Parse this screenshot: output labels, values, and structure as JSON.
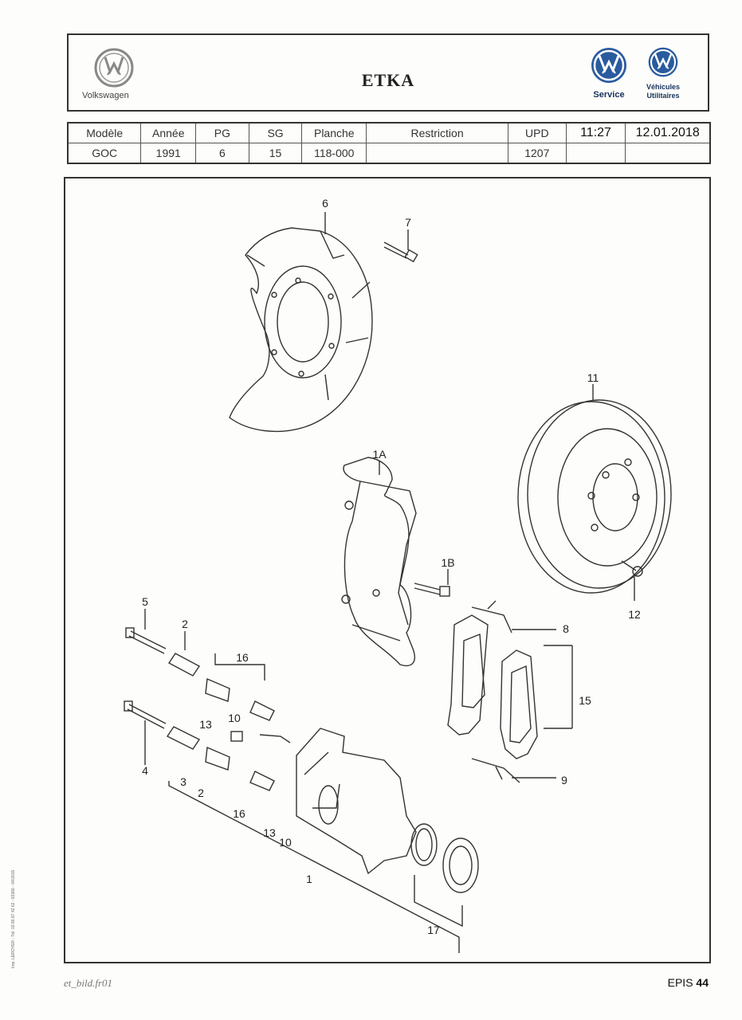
{
  "header": {
    "title": "ETKA",
    "brand_caption": "Volkswagen",
    "logo_service_label": "Service",
    "logo_vu_line1": "Véhicules",
    "logo_vu_line2": "Utilitaires"
  },
  "meta": {
    "headers": [
      "Modèle",
      "Année",
      "PG",
      "SG",
      "Planche",
      "Restriction",
      "UPD"
    ],
    "values": [
      "GOC",
      "1991",
      "6",
      "15",
      "118-000",
      "",
      "1207"
    ],
    "time": "11:27",
    "date": "12.01.2018"
  },
  "diagram": {
    "labels": {
      "l6": "6",
      "l7": "7",
      "l11": "11",
      "l1A": "1A",
      "l1B": "1B",
      "l12": "12",
      "l5": "5",
      "l2a": "2",
      "l16a": "16",
      "l8": "8",
      "l15": "15",
      "l10a": "10",
      "l13a": "13",
      "l4": "4",
      "l3": "3",
      "l2b": "2",
      "l16b": "16",
      "l13b": "13",
      "l10b": "10",
      "l1": "1",
      "l9": "9",
      "l17": "17"
    }
  },
  "footer": {
    "left": "et_bild.fr01",
    "right_text": "EPIS",
    "right_num": "44",
    "printer": "Imp. LEROYER - Tél. 03 86 87 42 62 - 93366 - 04/2015"
  }
}
